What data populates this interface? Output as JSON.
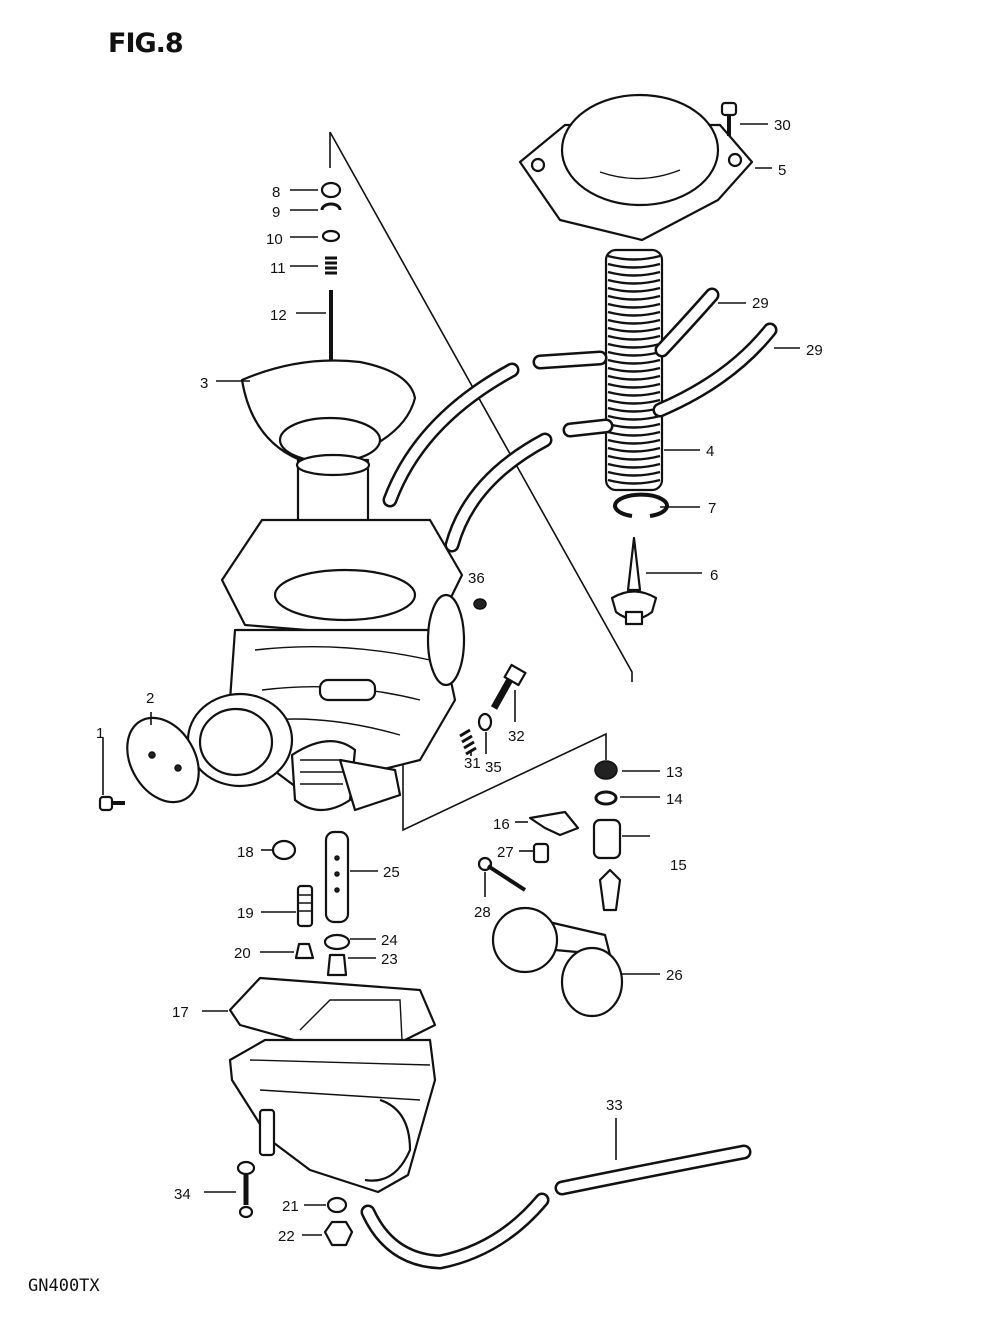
{
  "figure": {
    "title": "FIG.8",
    "model": "GN400TX"
  },
  "callouts": [
    {
      "id": "c30",
      "label": "30"
    },
    {
      "id": "c5",
      "label": "5"
    },
    {
      "id": "c8",
      "label": "8"
    },
    {
      "id": "c9",
      "label": "9"
    },
    {
      "id": "c10",
      "label": "10"
    },
    {
      "id": "c11",
      "label": "11"
    },
    {
      "id": "c12",
      "label": "12"
    },
    {
      "id": "c29a",
      "label": "29"
    },
    {
      "id": "c29b",
      "label": "29"
    },
    {
      "id": "c3",
      "label": "3"
    },
    {
      "id": "c4",
      "label": "4"
    },
    {
      "id": "c7",
      "label": "7"
    },
    {
      "id": "c6",
      "label": "6"
    },
    {
      "id": "c36",
      "label": "36"
    },
    {
      "id": "c2",
      "label": "2"
    },
    {
      "id": "c1",
      "label": "1"
    },
    {
      "id": "c32",
      "label": "32"
    },
    {
      "id": "c35",
      "label": "35"
    },
    {
      "id": "c31",
      "label": "31"
    },
    {
      "id": "c13",
      "label": "13"
    },
    {
      "id": "c14",
      "label": "14"
    },
    {
      "id": "c16",
      "label": "16"
    },
    {
      "id": "c27",
      "label": "27"
    },
    {
      "id": "c15",
      "label": "15"
    },
    {
      "id": "c18",
      "label": "18"
    },
    {
      "id": "c25",
      "label": "25"
    },
    {
      "id": "c28",
      "label": "28"
    },
    {
      "id": "c19",
      "label": "19"
    },
    {
      "id": "c24",
      "label": "24"
    },
    {
      "id": "c20",
      "label": "20"
    },
    {
      "id": "c23",
      "label": "23"
    },
    {
      "id": "c26",
      "label": "26"
    },
    {
      "id": "c17",
      "label": "17"
    },
    {
      "id": "c33",
      "label": "33"
    },
    {
      "id": "c34",
      "label": "34"
    },
    {
      "id": "c21",
      "label": "21"
    },
    {
      "id": "c22",
      "label": "22"
    }
  ]
}
